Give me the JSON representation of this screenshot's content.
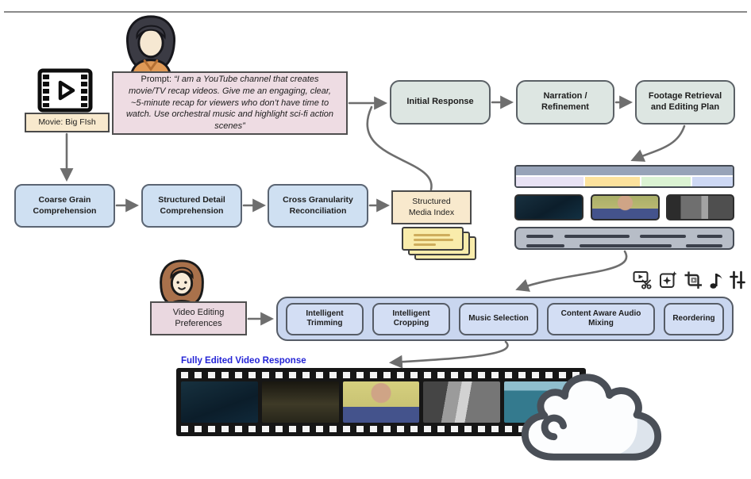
{
  "movie_input": {
    "label": "Movie: Big FIsh"
  },
  "user_prompt": {
    "prefix": "Prompt: ",
    "quote": "“I am a YouTube channel that creates movie/TV recap videos. Give me an engaging, clear, ~5-minute recap for viewers who don’t have time to watch. Use orchestral music and highlight sci-fi action scenes”"
  },
  "comprehension_flow": {
    "stages": [
      {
        "label": "Coarse Grain Comprehension"
      },
      {
        "label": "Structured Detail Comprehension"
      },
      {
        "label": "Cross Granularity Reconciliation"
      }
    ]
  },
  "media_index": {
    "label": "Structured Media Index"
  },
  "response_flow": {
    "stages": [
      {
        "label": "Initial Response"
      },
      {
        "label": "Narration / Refinement"
      },
      {
        "label": "Footage Retrieval and Editing Plan"
      }
    ]
  },
  "editing_preferences": {
    "label": "Video Editing Preferences"
  },
  "editing_pipeline": {
    "stages": [
      {
        "label": "Intelligent Trimming"
      },
      {
        "label": "Intelligent Cropping"
      },
      {
        "label": "Music Selection"
      },
      {
        "label": "Content Aware Audio Mixing"
      },
      {
        "label": "Reordering"
      }
    ]
  },
  "toolbar_icons": [
    {
      "name": "trim-video-icon"
    },
    {
      "name": "auto-enhance-icon"
    },
    {
      "name": "crop-video-icon"
    },
    {
      "name": "music-note-icon"
    },
    {
      "name": "audio-sliders-icon"
    }
  ],
  "output": {
    "label": "Fully Edited Video Response"
  },
  "timeline": {
    "header_color": "#97a3b8",
    "segments": [
      {
        "color": "#e8e2f4"
      },
      {
        "color": "#fce29d"
      },
      {
        "color": "#dbf3d3"
      },
      {
        "color": "#cdd8f4"
      }
    ]
  },
  "colors": {
    "flow_blue": "#cfe0f2",
    "flow_teal": "#dde6e2",
    "prompt_pink": "#eedce3",
    "prefs_pink": "#ead8e0",
    "wheat": "#f8e9cd",
    "note_yellow": "#f9ecab",
    "pipeline_blue": "#c9d6ef",
    "output_label_blue": "#2424d6",
    "arrow_gray": "#6e6e6e"
  }
}
